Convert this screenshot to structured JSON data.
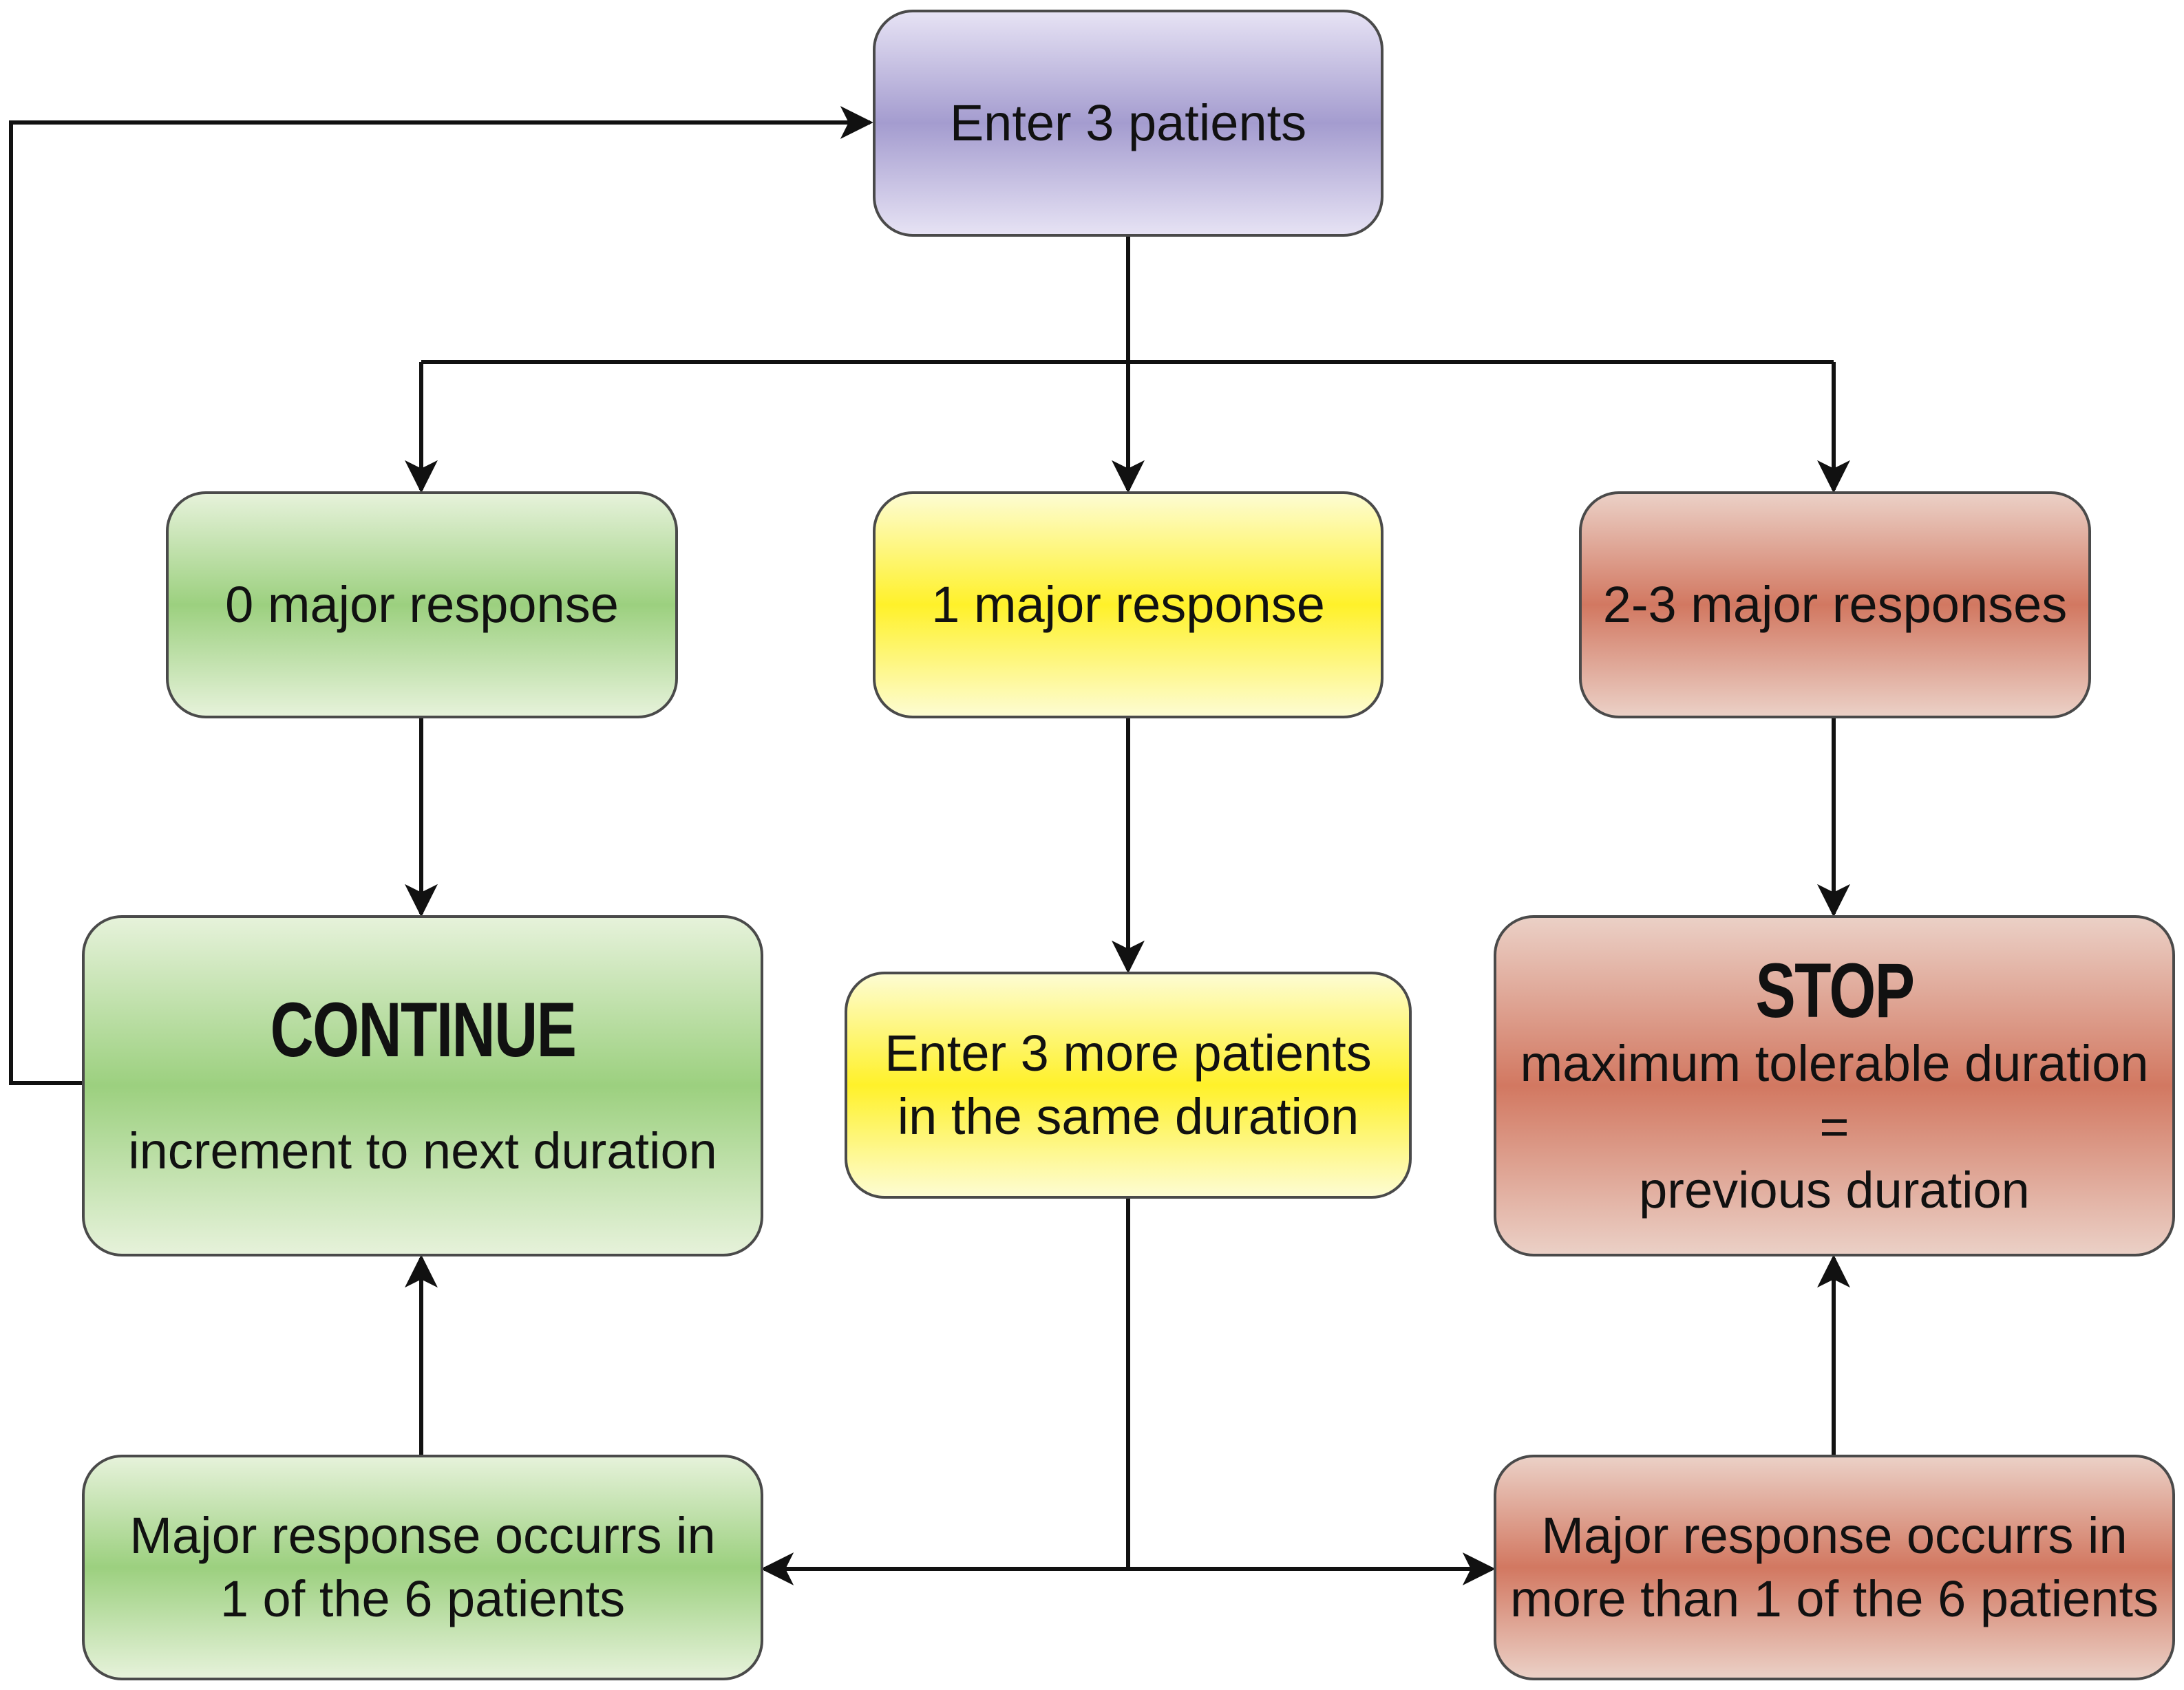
{
  "nodes": {
    "enter_3": {
      "label": "Enter 3 patients"
    },
    "zero_major": {
      "label": "0 major response"
    },
    "one_major": {
      "label": "1 major response"
    },
    "two_three_major": {
      "label": "2-3 major responses"
    },
    "continue": {
      "heading": "CONTINUE",
      "text": "increment to next duration"
    },
    "enter_3_more": {
      "line1": "Enter 3 more patients",
      "line2": "in the same duration"
    },
    "stop": {
      "heading": "STOP",
      "line1": "maximum tolerable duration",
      "line2": "=",
      "line3": "previous duration"
    },
    "major_one_of_six": {
      "line1": "Major response occurrs in",
      "line2": "1 of the 6 patients"
    },
    "major_more_than_one": {
      "line1": "Major response occurrs in",
      "line2": "more than 1 of the 6 patients"
    }
  },
  "colors": {
    "purple": "#a49ccf",
    "green": "#9cd07f",
    "yellow": "#fff12a",
    "red": "#d27861",
    "border": "#4a4a4a",
    "line": "#111111"
  }
}
